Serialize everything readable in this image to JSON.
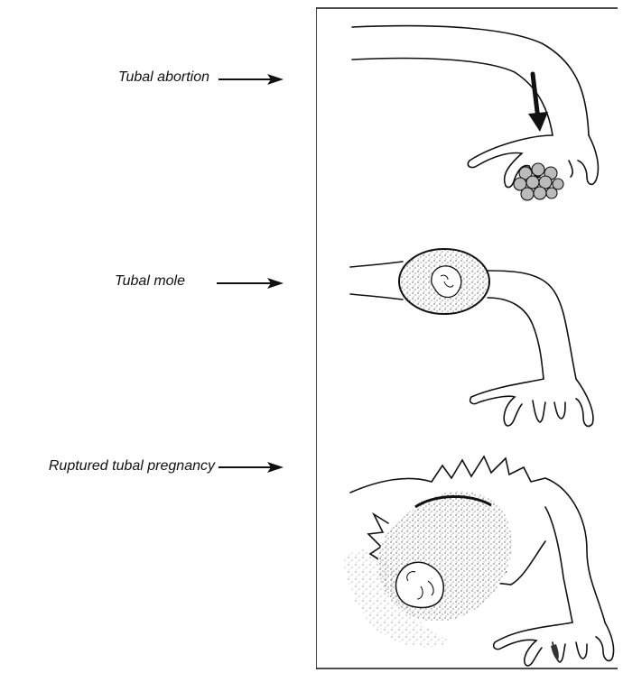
{
  "labels": {
    "tubal_abortion": "Tubal abortion",
    "tubal_mole": "Tubal mole",
    "ruptured": "Ruptured tubal pregnancy"
  },
  "colors": {
    "ink": "#111111",
    "stipple": "#555555"
  }
}
